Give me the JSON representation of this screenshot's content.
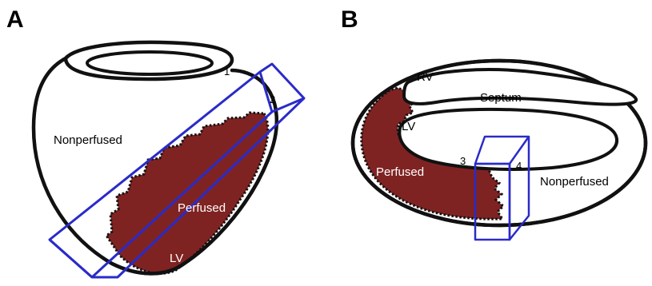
{
  "colors": {
    "perfused": "#7f2322",
    "outline": "#111111",
    "box": "#2a2bc8",
    "background": "#ffffff"
  },
  "panel_a": {
    "letter": "A",
    "nonperfused": "Nonperfused",
    "perfused": "Perfused",
    "lv": "LV",
    "marker_1": "1",
    "marker_2": "2"
  },
  "panel_b": {
    "letter": "B",
    "rv": "RV",
    "septum": "Septum",
    "lv": "LV",
    "perfused": "Perfused",
    "nonperfused": "Nonperfused",
    "marker_3": "3",
    "marker_4": "4"
  }
}
